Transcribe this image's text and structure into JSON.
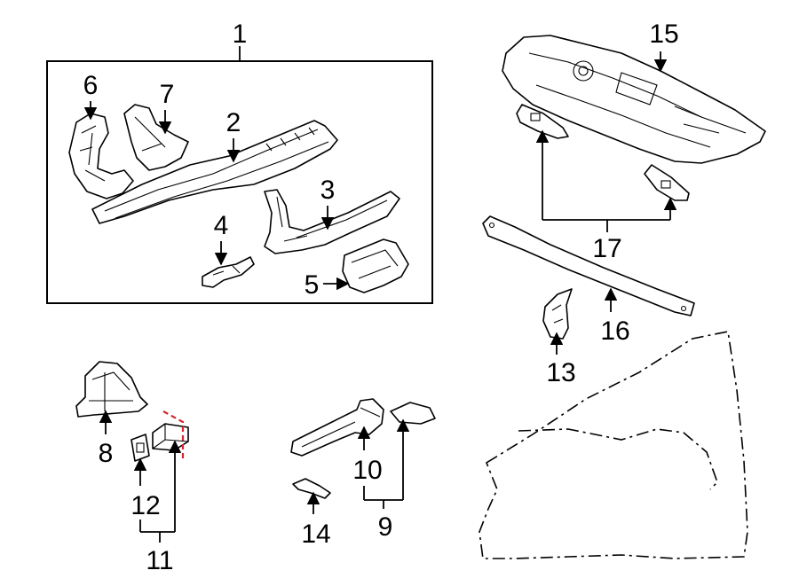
{
  "callouts": {
    "c1": "1",
    "c2": "2",
    "c3": "3",
    "c4": "4",
    "c5": "5",
    "c6": "6",
    "c7": "7",
    "c8": "8",
    "c9": "9",
    "c10": "10",
    "c11": "11",
    "c12": "12",
    "c13": "13",
    "c14": "14",
    "c15": "15",
    "c16": "16",
    "c17": "17"
  },
  "colors": {
    "line": "#000000",
    "cut_line": "#d6262b",
    "background": "#ffffff"
  }
}
